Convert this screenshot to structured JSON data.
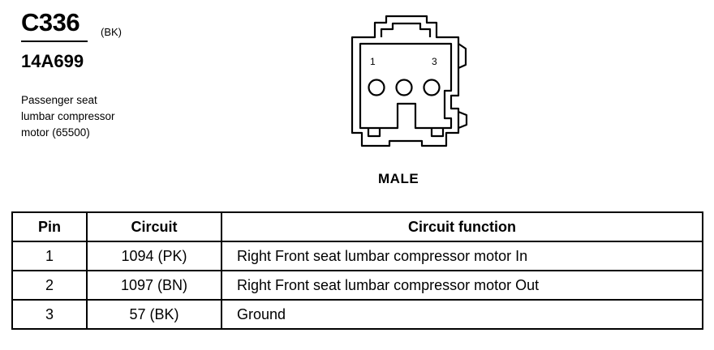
{
  "connector": {
    "id": "C336",
    "color": "(BK)",
    "part_number": "14A699",
    "description_lines": [
      "Passenger seat",
      "lumbar compressor",
      "motor (65500)"
    ],
    "gender": "MALE",
    "pin_labels": [
      "1",
      "3"
    ]
  },
  "table": {
    "headers": [
      "Pin",
      "Circuit",
      "Circuit function"
    ],
    "rows": [
      {
        "pin": "1",
        "circuit": "1094 (PK)",
        "function": "Right Front seat lumbar compressor motor In"
      },
      {
        "pin": "2",
        "circuit": "1097 (BN)",
        "function": "Right Front seat lumbar compressor motor Out"
      },
      {
        "pin": "3",
        "circuit": "57 (BK)",
        "function": "Ground"
      }
    ]
  }
}
